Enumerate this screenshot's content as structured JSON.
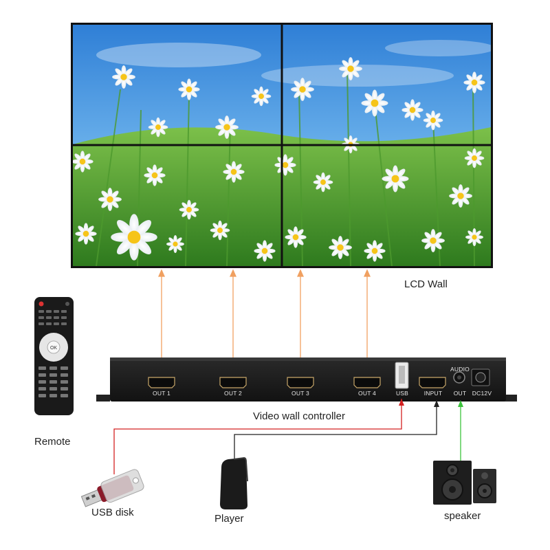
{
  "labels": {
    "lcd_wall": "LCD Wall",
    "controller": "Video wall controller",
    "remote": "Remote",
    "usb_disk": "USB disk",
    "player": "Player",
    "speaker": "speaker"
  },
  "ports": {
    "out1": "OUT 1",
    "out2": "OUT 2",
    "out3": "OUT 3",
    "out4": "OUT 4",
    "usb": "USB",
    "input": "INPUT",
    "audio": "AUDIO",
    "audio_out": "OUT",
    "dc": "DC12V"
  },
  "remote": {
    "ok": "OK"
  },
  "colors": {
    "hdmi_line": "#f0a060",
    "usb_line": "#d42020",
    "input_line": "#222222",
    "audio_line": "#3cc33c",
    "sky_top": "#2f7fd6",
    "sky_bottom": "#bfe2fb",
    "grass": "#3f9a2a",
    "device_body": "#1c1c1c"
  },
  "icons": {
    "remote": "remote-control-icon",
    "usb_disk": "usb-stick-icon",
    "player": "media-player-icon",
    "speaker": "speaker-icon"
  }
}
